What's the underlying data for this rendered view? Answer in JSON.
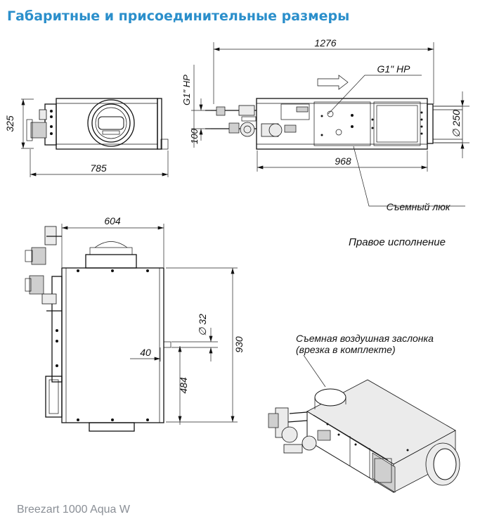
{
  "title": "Габаритные и присоединительные размеры",
  "footer": "Breezart 1000 Aqua W",
  "views": {
    "front": {
      "height": "325",
      "width": "785"
    },
    "side": {
      "length": "1276",
      "body_length": "968",
      "connection": "G1\" HP",
      "connection_top": "G1\" HP",
      "offset": "100",
      "diameter": "∅ 250",
      "hatch_label": "Съемный люк",
      "variant": "Правое исполнение"
    },
    "top": {
      "width": "604",
      "length": "930",
      "drain_diameter": "∅ 32",
      "drain_offset": "40",
      "drain_position": "484"
    },
    "iso": {
      "damper_line1": "Съемная воздушная заслонка",
      "damper_line2": "(врезка в комплекте)"
    }
  }
}
